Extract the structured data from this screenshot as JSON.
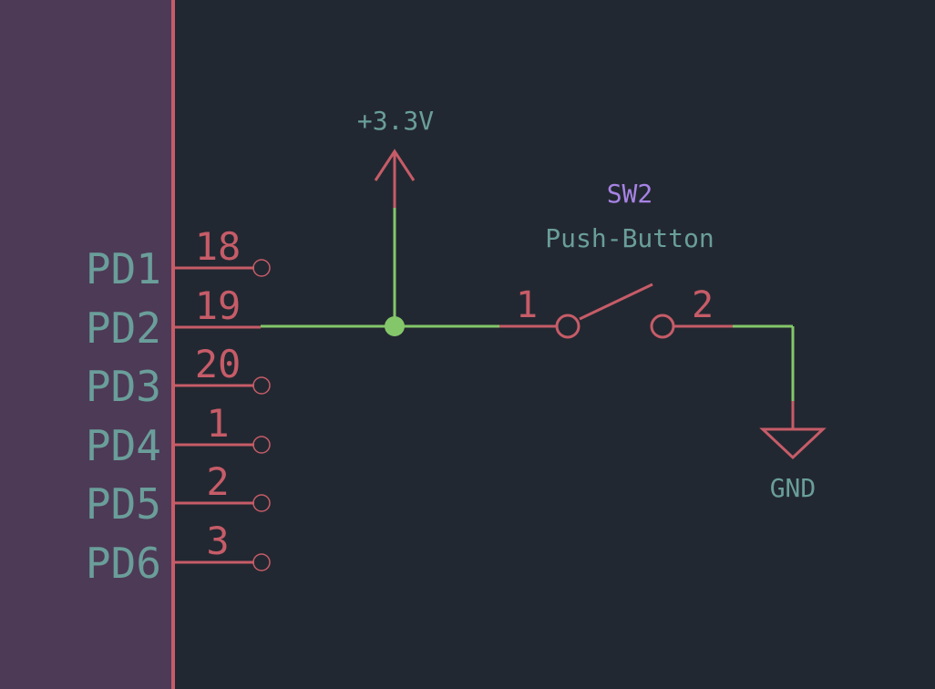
{
  "colors": {
    "background": "#222831",
    "ic_body": "#4d3a56",
    "pin": "#c65c68",
    "wire": "#84c76a",
    "label": "#6a9e9a",
    "reference": "#a783e5"
  },
  "ic": {
    "pins": [
      {
        "name": "PD1",
        "number": "18",
        "connected": false
      },
      {
        "name": "PD2",
        "number": "19",
        "connected": true
      },
      {
        "name": "PD3",
        "number": "20",
        "connected": false
      },
      {
        "name": "PD4",
        "number": "1",
        "connected": false
      },
      {
        "name": "PD5",
        "number": "2",
        "connected": false
      },
      {
        "name": "PD6",
        "number": "3",
        "connected": false
      }
    ]
  },
  "power": {
    "label": "+3.3V"
  },
  "switch": {
    "reference": "SW2",
    "value": "Push-Button",
    "pin1": "1",
    "pin2": "2"
  },
  "ground": {
    "label": "GND"
  }
}
